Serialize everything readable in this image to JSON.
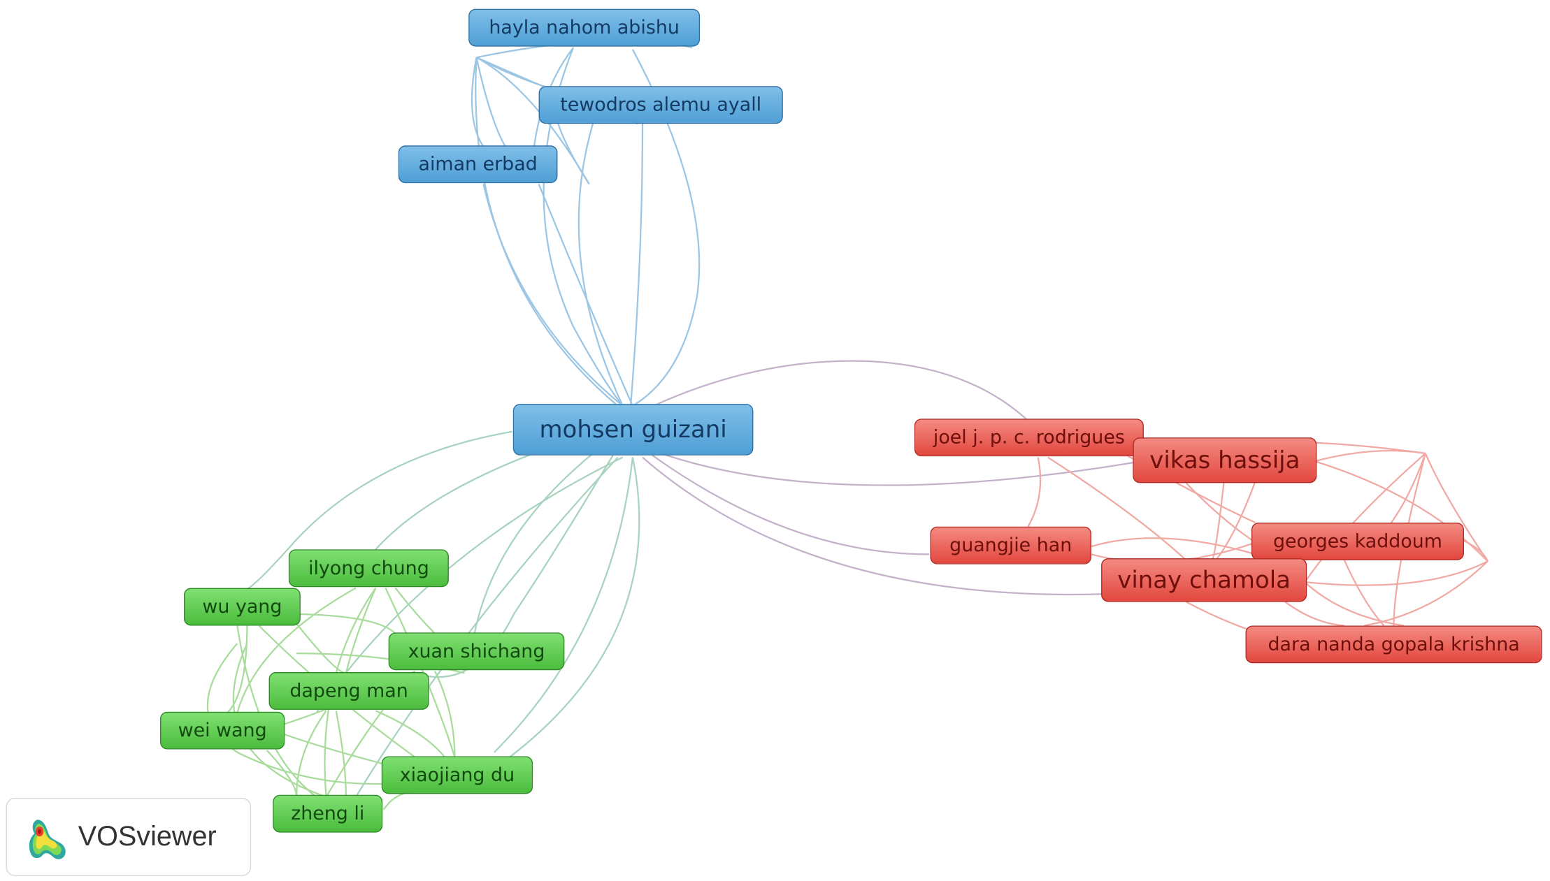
{
  "colors": {
    "cluster_blue": "#4f9fd6",
    "cluster_red": "#e2483f",
    "cluster_green": "#4cbc3e"
  },
  "clusters": {
    "blue": [
      "hayla nahom abishu",
      "tewodros alemu ayall",
      "aiman erbad",
      "mohsen guizani"
    ],
    "red": [
      "joel j. p. c. rodrigues",
      "vikas hassija",
      "guangjie han",
      "georges kaddoum",
      "vinay chamola",
      "dara nanda gopala krishna"
    ],
    "green": [
      "ilyong chung",
      "wu yang",
      "xuan shichang",
      "dapeng man",
      "wei wang",
      "xiaojiang du",
      "zheng li"
    ]
  },
  "nodes": {
    "hayla": "hayla nahom abishu",
    "tewodros": "tewodros alemu ayall",
    "aiman": "aiman erbad",
    "mohsen": "mohsen guizani",
    "joel": "joel j. p. c. rodrigues",
    "vikas": "vikas hassija",
    "guangjie": "guangjie han",
    "georges": "georges kaddoum",
    "vinay": "vinay chamola",
    "dara": "dara nanda gopala krishna",
    "ilyong": "ilyong chung",
    "wuyang": "wu yang",
    "xuan": "xuan shichang",
    "dapeng": "dapeng man",
    "weiwang": "wei wang",
    "xiaojiang": "xiaojiang du",
    "zhengli": "zheng li"
  },
  "logo": {
    "text": "VOSviewer",
    "icon": "vosviewer-logo-icon"
  }
}
